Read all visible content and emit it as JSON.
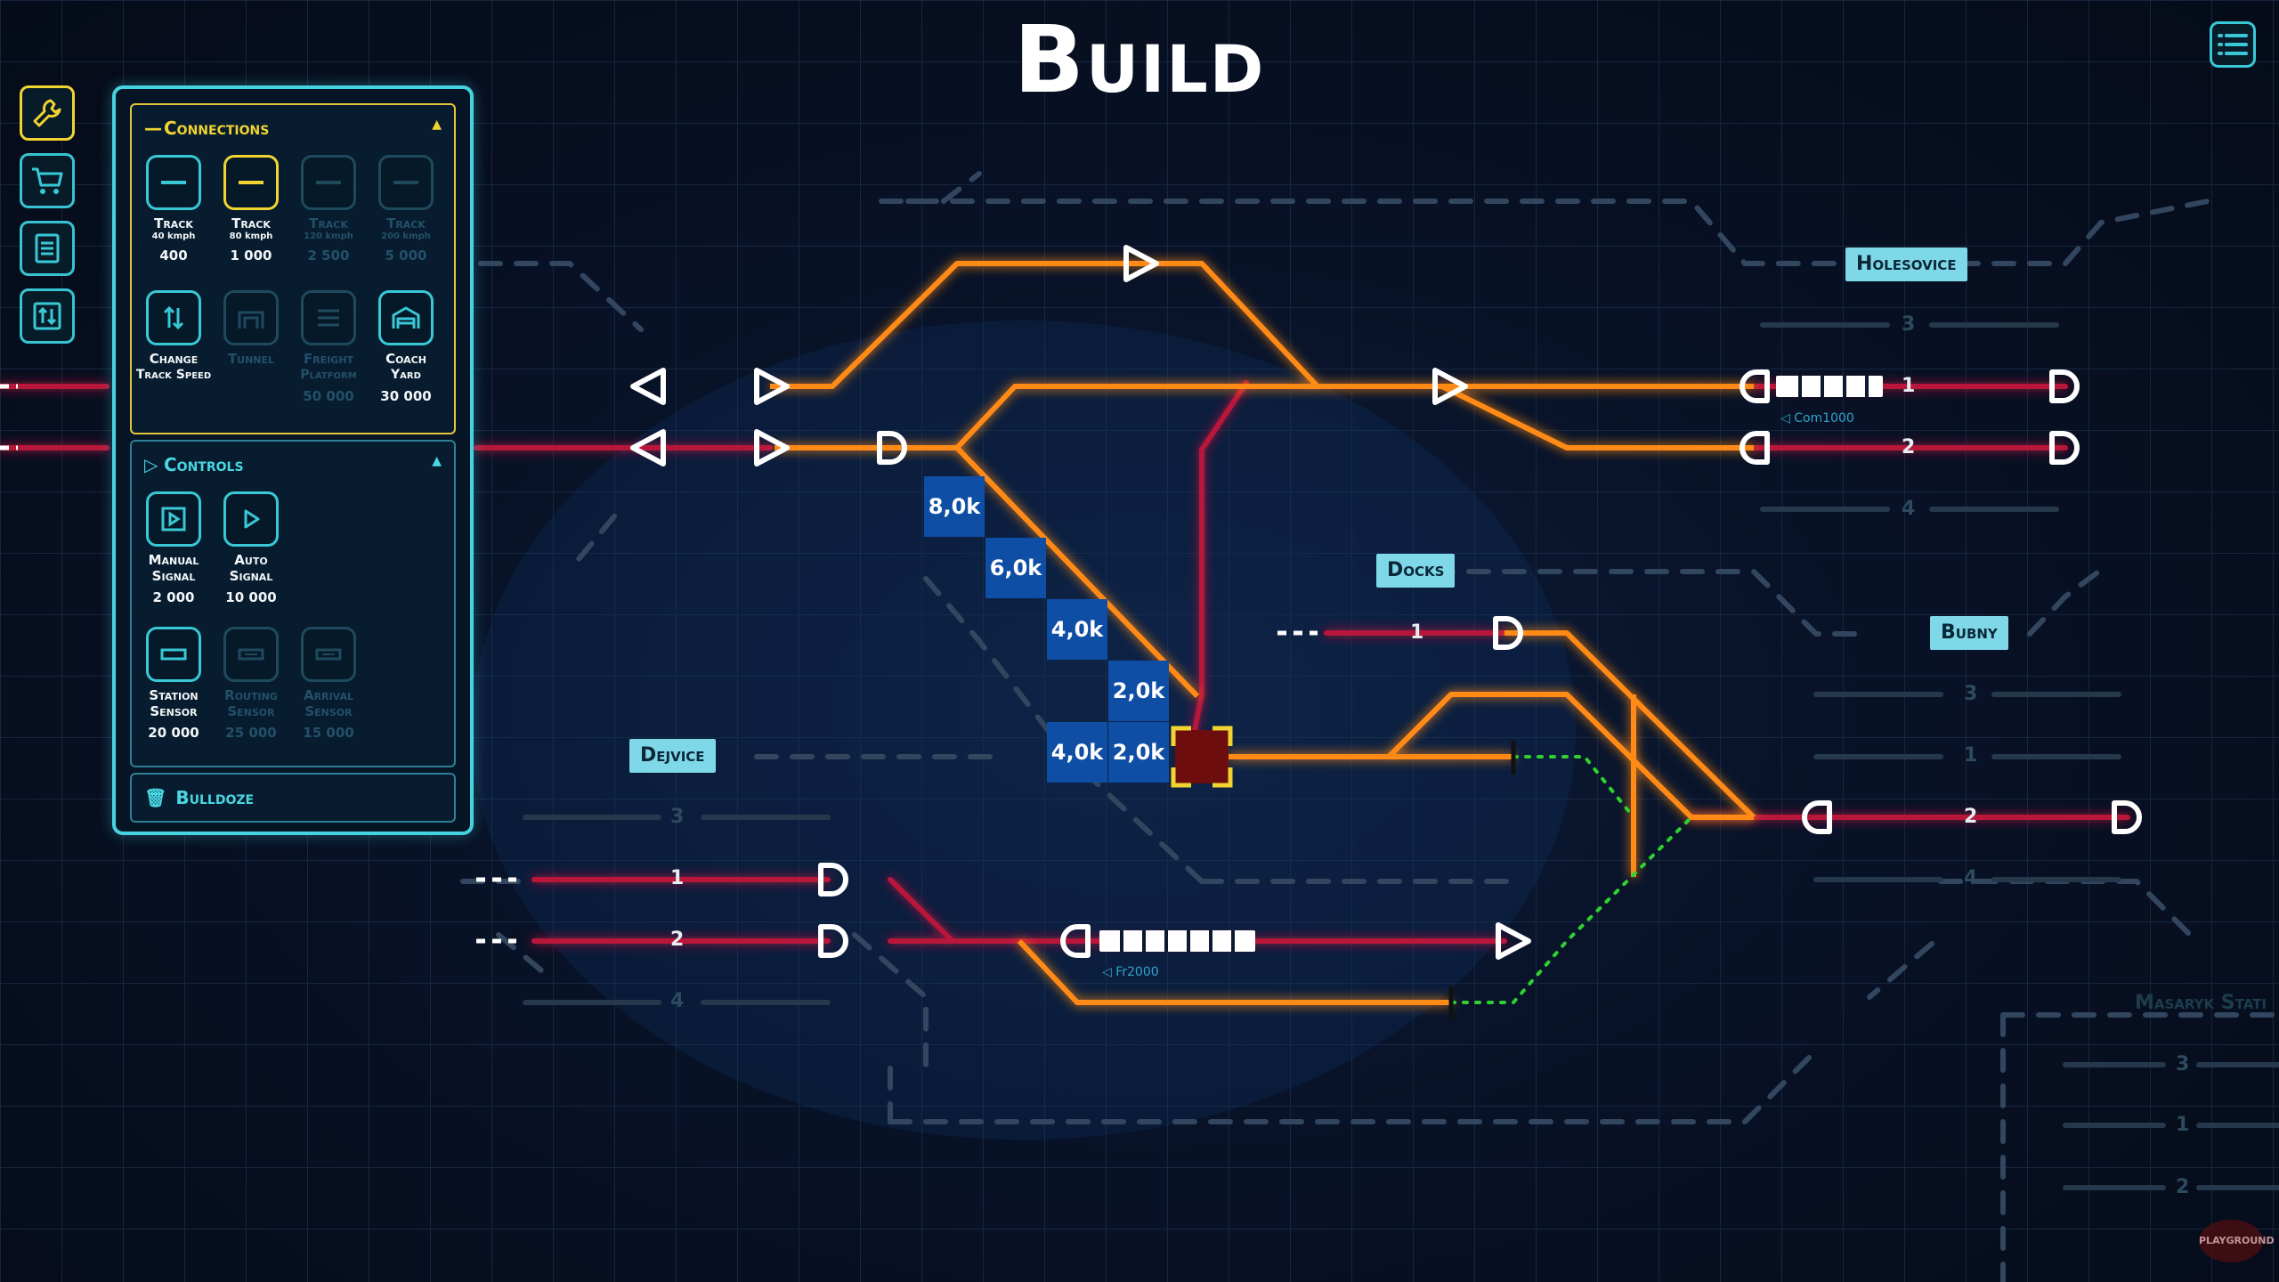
{
  "title": "Build",
  "menu_icon": "list-menu-icon",
  "toolbar": [
    {
      "name": "wrench",
      "icon": "wrench-icon",
      "active": true
    },
    {
      "name": "cart",
      "icon": "cart-icon",
      "active": false
    },
    {
      "name": "schedule",
      "icon": "document-icon",
      "active": false
    },
    {
      "name": "transfer",
      "icon": "swap-icon",
      "active": false
    }
  ],
  "panel": {
    "connections": {
      "title": "Connections",
      "items": [
        {
          "name": "Track",
          "sub": "40 kmph",
          "price": "400",
          "state": "enabled",
          "icon": "track-icon"
        },
        {
          "name": "Track",
          "sub": "80 kmph",
          "price": "1 000",
          "state": "selected",
          "icon": "track-icon"
        },
        {
          "name": "Track",
          "sub": "120 kmph",
          "price": "2 500",
          "state": "disabled",
          "icon": "track-icon"
        },
        {
          "name": "Track",
          "sub": "200 kmph",
          "price": "5 000",
          "state": "disabled",
          "icon": "track-icon"
        },
        {
          "name": "Change",
          "sub": "Track Speed",
          "price": "",
          "state": "enabled",
          "icon": "change-speed-icon"
        },
        {
          "name": "Tunnel",
          "sub": "",
          "price": "",
          "state": "disabled",
          "icon": "tunnel-icon"
        },
        {
          "name": "Freight",
          "sub": "Platform",
          "price": "50 000",
          "state": "disabled",
          "icon": "freight-platform-icon"
        },
        {
          "name": "Coach",
          "sub": "Yard",
          "price": "30 000",
          "state": "enabled",
          "icon": "coach-yard-icon"
        }
      ]
    },
    "controls": {
      "title": "Controls",
      "items": [
        {
          "name": "Manual",
          "sub": "Signal",
          "price": "2 000",
          "state": "enabled",
          "icon": "manual-signal-icon"
        },
        {
          "name": "Auto",
          "sub": "Signal",
          "price": "10 000",
          "state": "enabled",
          "icon": "auto-signal-icon"
        },
        {
          "name": "Station",
          "sub": "Sensor",
          "price": "20 000",
          "state": "enabled",
          "icon": "station-sensor-icon"
        },
        {
          "name": "Routing",
          "sub": "Sensor",
          "price": "25 000",
          "state": "disabled",
          "icon": "routing-sensor-icon"
        },
        {
          "name": "Arrival",
          "sub": "Sensor",
          "price": "15 000",
          "state": "disabled",
          "icon": "arrival-sensor-icon"
        }
      ]
    },
    "bulldoze": {
      "label": "Bulldoze",
      "icon": "trash-icon"
    }
  },
  "stations": [
    {
      "name": "Holesovice"
    },
    {
      "name": "Docks"
    },
    {
      "name": "Bubny"
    },
    {
      "name": "Dejvice"
    },
    {
      "name": "Masaryk Stati"
    }
  ],
  "costs": [
    "8,0k",
    "6,0k",
    "4,0k",
    "2,0k",
    "4,0k",
    "2,0k"
  ],
  "platforms": {
    "holesovice": [
      "3",
      "1",
      "2",
      "4"
    ],
    "docks": [
      "1"
    ],
    "bubny": [
      "3",
      "1",
      "2",
      "4"
    ],
    "dejvice": [
      "3",
      "1",
      "2",
      "4"
    ],
    "masaryk": [
      "3",
      "1",
      "2"
    ]
  },
  "trains": [
    "Com1000",
    "Fr2000"
  ],
  "watermark": "PLAYGROUND"
}
